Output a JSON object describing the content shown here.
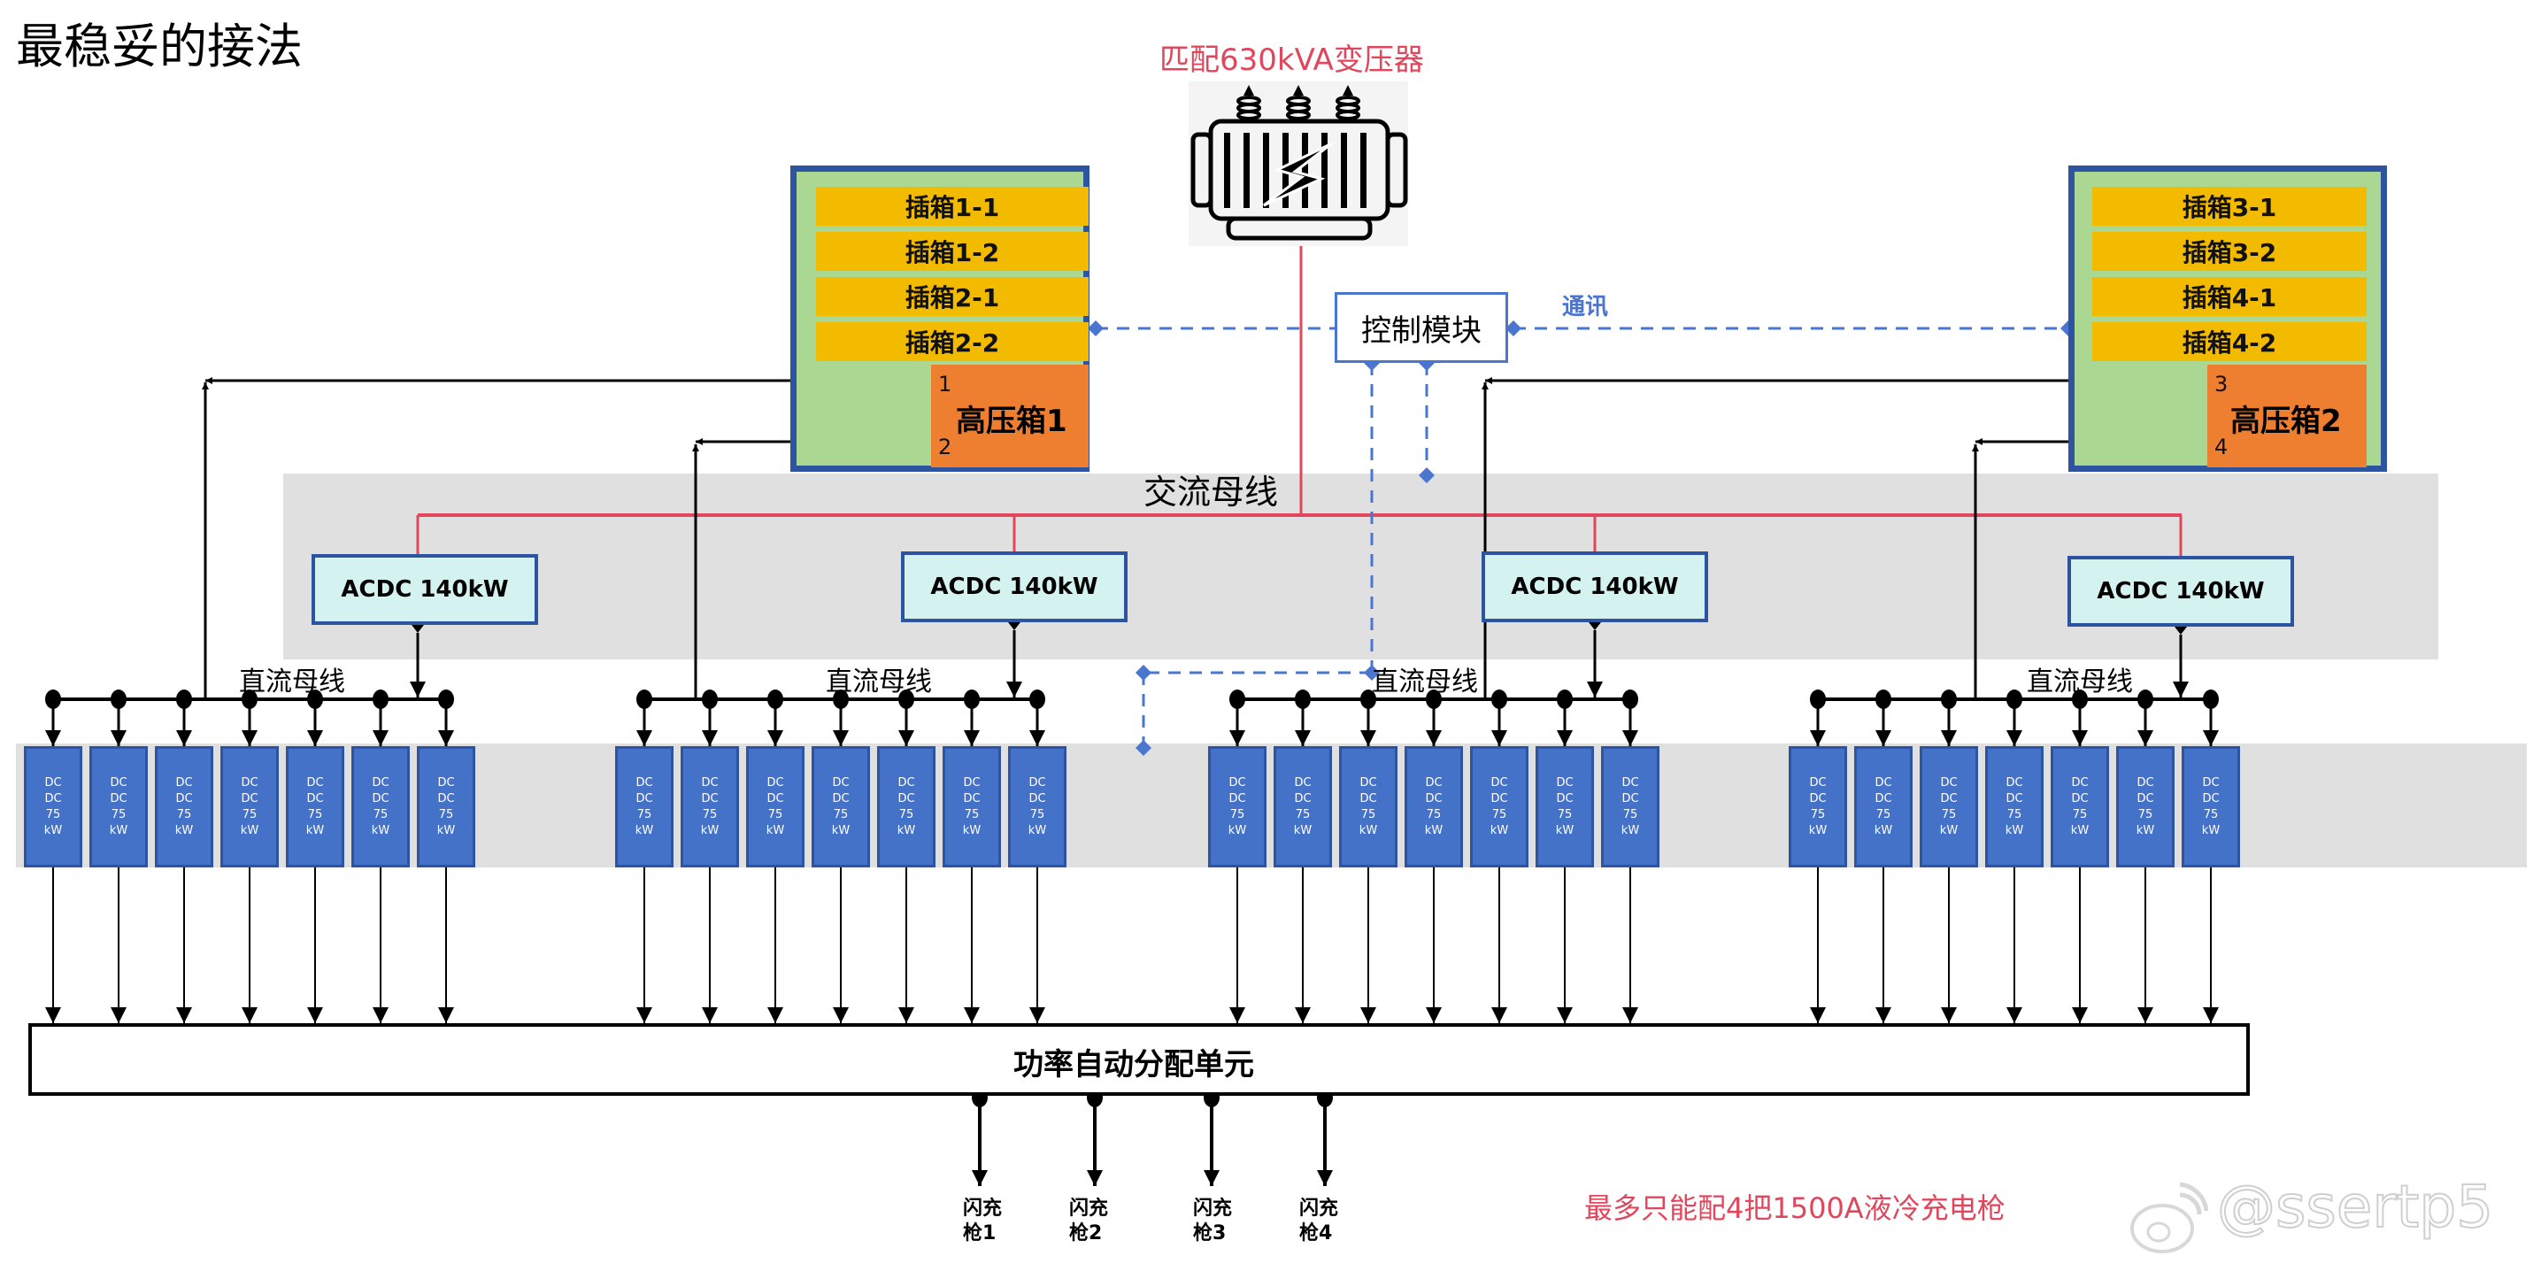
{
  "title": "最稳妥的接法",
  "transformer": {
    "label": "匹配630kVA变压器",
    "icon": "transformer-icon"
  },
  "hv_boxes": [
    {
      "name": "高压箱1",
      "slots": [
        "插箱1-1",
        "插箱1-2",
        "插箱2-1",
        "插箱2-2"
      ],
      "ports": [
        "1",
        "2"
      ]
    },
    {
      "name": "高压箱2",
      "slots": [
        "插箱3-1",
        "插箱3-2",
        "插箱4-1",
        "插箱4-2"
      ],
      "ports": [
        "3",
        "4"
      ]
    }
  ],
  "control": {
    "label": "控制模块",
    "comm_label": "通讯"
  },
  "ac_bus": {
    "label": "交流母线"
  },
  "acdc_units": [
    {
      "label": "ACDC 140kW"
    },
    {
      "label": "ACDC 140kW"
    },
    {
      "label": "ACDC 140kW"
    },
    {
      "label": "ACDC 140kW"
    }
  ],
  "dc_bus": {
    "label": "直流母线",
    "groups": 4,
    "modules_per_group": 7
  },
  "dcdc_module": {
    "lines": [
      "DC",
      "DC",
      "75",
      "kW"
    ]
  },
  "power_unit": {
    "label": "功率自动分配单元"
  },
  "guns": [
    {
      "line1": "闪充",
      "line2": "枪1"
    },
    {
      "line1": "闪充",
      "line2": "枪2"
    },
    {
      "line1": "闪充",
      "line2": "枪3"
    },
    {
      "line1": "闪充",
      "line2": "枪4"
    }
  ],
  "note": "最多只能配4把1500A液冷充电枪",
  "watermark": "@ssertp5",
  "colors": {
    "ac_line": "#e0475c",
    "comm_line": "#4a76d0",
    "hv_border": "#2e54a1",
    "hv_fill": "#aad893",
    "slot_fill": "#f2bb00",
    "hv_core": "#ee7f30",
    "acdc_fill": "#d3f2f0",
    "dcdc_fill": "#4472c8",
    "band": "#e0e0e0"
  }
}
